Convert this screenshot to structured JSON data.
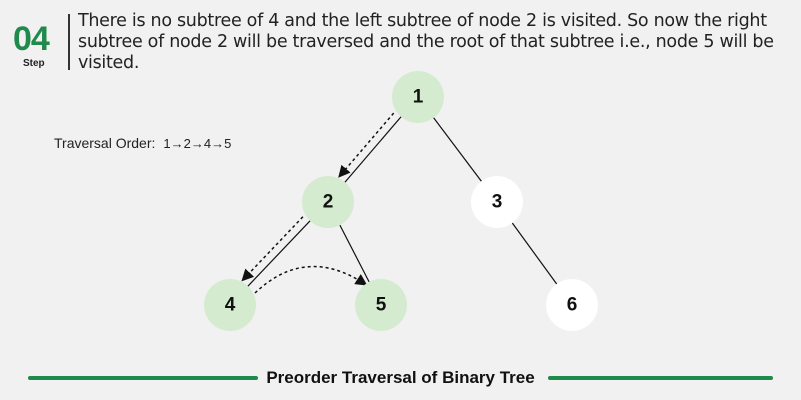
{
  "step": {
    "number": "04",
    "label": "Step"
  },
  "description": "There is no subtree of 4 and the left subtree of node 2 is visited. So now the right subtree of node 2 will be traversed and the root of that subtree i.e., node 5 will be visited.",
  "traversal": {
    "label": "Traversal Order:",
    "sequence": "1→2→4→5"
  },
  "nodes": [
    {
      "id": "1",
      "label": "1",
      "visited": true
    },
    {
      "id": "2",
      "label": "2",
      "visited": true
    },
    {
      "id": "3",
      "label": "3",
      "visited": false
    },
    {
      "id": "4",
      "label": "4",
      "visited": true
    },
    {
      "id": "5",
      "label": "5",
      "visited": true
    },
    {
      "id": "6",
      "label": "6",
      "visited": false
    }
  ],
  "edges": [
    [
      "1",
      "2"
    ],
    [
      "1",
      "3"
    ],
    [
      "2",
      "4"
    ],
    [
      "2",
      "5"
    ],
    [
      "3",
      "6"
    ]
  ],
  "traversal_path": [
    [
      "1",
      "2"
    ],
    [
      "2",
      "4"
    ],
    [
      "4",
      "5"
    ]
  ],
  "colors": {
    "accent": "#1f8a4c",
    "visited": "#d4ebcf",
    "unvisited": "#ffffff"
  },
  "caption": "Preorder Traversal of Binary Tree"
}
